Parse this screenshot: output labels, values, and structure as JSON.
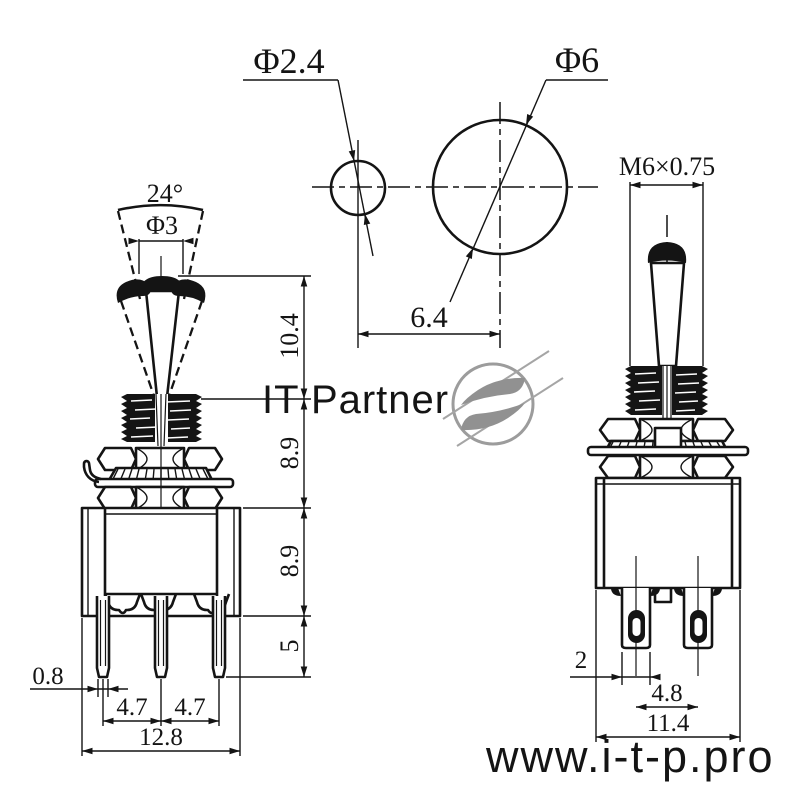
{
  "title": "toggle switch dimensional drawing",
  "colors": {
    "line": "#141414",
    "watermark_text": "#a8a8a8",
    "watermark_logo": "#919191",
    "site_text": "#c7c7c7"
  },
  "top_view": {
    "hole_small": "Φ2.4",
    "hole_large": "Φ6",
    "spacing": "6.4"
  },
  "front_view": {
    "angle": "24°",
    "lever_dia": "Φ3",
    "lever_height": "10.4",
    "bushing_height": "8.9",
    "body_height": "8.9",
    "terminal_length": "5",
    "terminal_thickness": "0.8",
    "pitch_left": "4.7",
    "pitch_right": "4.7",
    "body_width": "12.8"
  },
  "side_view": {
    "thread": "M6×0.75",
    "terminal_width": "2",
    "pitch": "4.8",
    "body_depth": "11.4"
  },
  "watermark": {
    "brand": "IT Partner",
    "website": "www.i-t-p.pro"
  }
}
